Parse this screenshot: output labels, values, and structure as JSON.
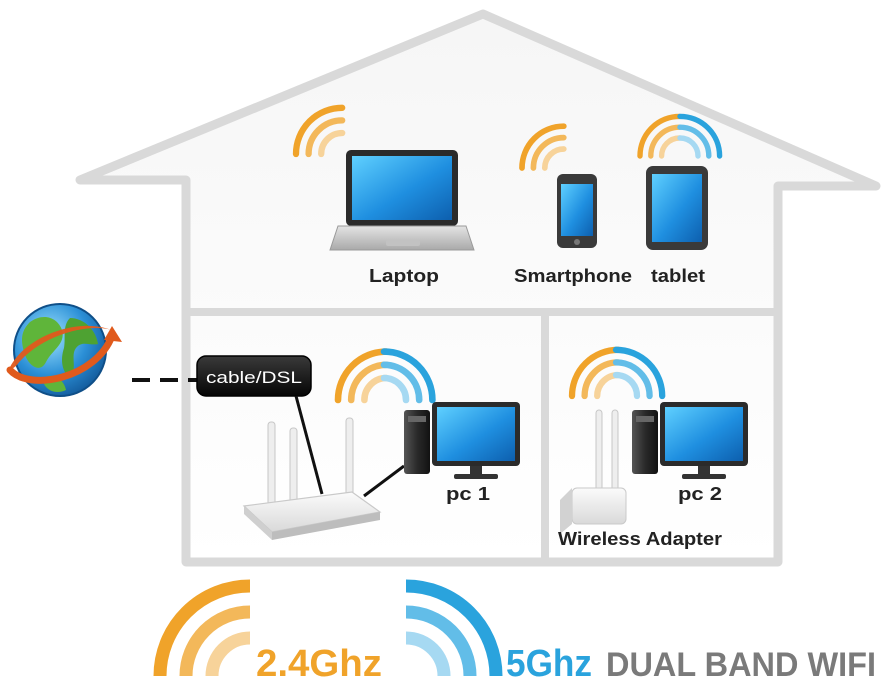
{
  "devices": {
    "laptop": "Laptop",
    "smartphone": "Smartphone",
    "tablet": "tablet",
    "modem": "cable/DSL",
    "pc1": "pc 1",
    "pc2": "pc 2",
    "adapter": "Wireless Adapter"
  },
  "legend": {
    "band_24": "2.4Ghz",
    "band_5": "5Ghz",
    "title": "DUAL BAND WIFI"
  },
  "colors": {
    "band_24": "#f0a32a",
    "band_5": "#2aa3dd",
    "house_outline": "#d9d9d9",
    "title_gray": "#7a7a7a"
  },
  "icons": [
    "globe-icon",
    "wifi-24ghz-icon",
    "wifi-5ghz-icon",
    "laptop-icon",
    "smartphone-icon",
    "tablet-icon",
    "router-icon",
    "desktop-pc-icon",
    "wireless-adapter-icon"
  ]
}
